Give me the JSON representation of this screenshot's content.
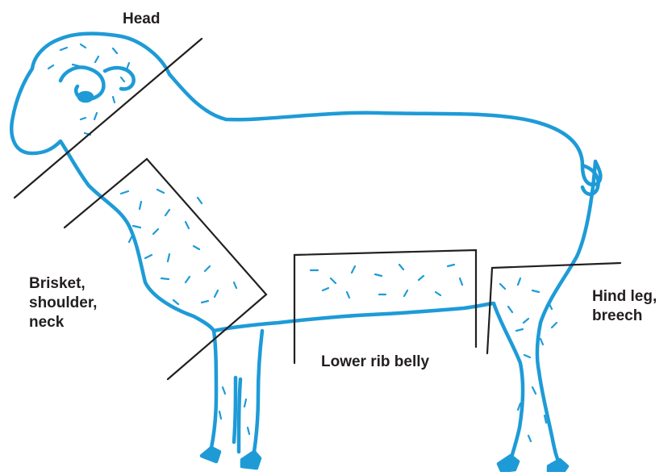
{
  "labels": {
    "head": "Head",
    "brisket": [
      "Brisket,",
      "shoulder,",
      "neck"
    ],
    "lower_rib_belly": "Lower rib belly",
    "hind_leg": [
      "Hind leg,",
      "breech"
    ]
  },
  "colors": {
    "outline": "#1e9bd7",
    "line": "#231f20",
    "text": "#231f20",
    "background": "#ffffff"
  }
}
